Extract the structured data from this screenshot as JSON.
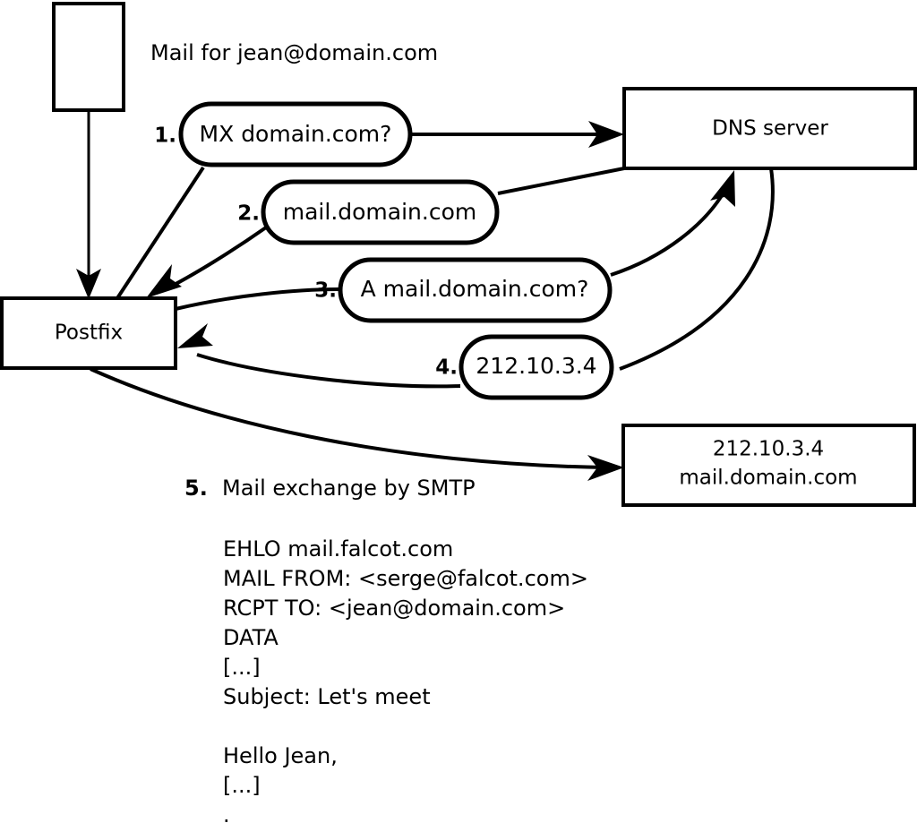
{
  "diagram": {
    "caption": "Mail for jean@domain.com",
    "nodes": {
      "client": {
        "label": ""
      },
      "postfix": {
        "label": "Postfix"
      },
      "dns": {
        "label": "DNS server"
      },
      "mailserver": {
        "line1": "212.10.3.4",
        "line2": "mail.domain.com"
      }
    },
    "steps": [
      {
        "num": "1.",
        "label": "MX domain.com?"
      },
      {
        "num": "2.",
        "label": "mail.domain.com"
      },
      {
        "num": "3.",
        "label": "A mail.domain.com?"
      },
      {
        "num": "4.",
        "label": "212.10.3.4"
      }
    ],
    "step5": {
      "num": "5.",
      "label": "Mail exchange by SMTP"
    },
    "transcript": [
      "EHLO mail.falcot.com",
      "MAIL FROM: <serge@falcot.com>",
      "RCPT TO: <jean@domain.com>",
      "DATA",
      "[...]",
      "Subject: Let's meet",
      "",
      "Hello Jean,",
      "[...]",
      "."
    ],
    "colors": {
      "stroke": "#000000",
      "fill": "#ffffff",
      "text": "#000000"
    }
  }
}
